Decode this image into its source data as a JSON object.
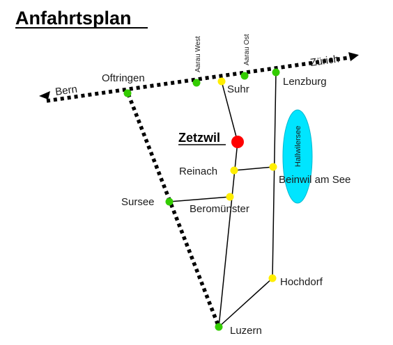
{
  "title": "Anfahrtsplan",
  "destination": {
    "name": "Zetzwil",
    "color": "#ff0000"
  },
  "directions": {
    "west": "Bern",
    "east": "Zürich"
  },
  "places": {
    "oftringen": "Oftringen",
    "aarau_west": "Aarau West",
    "aarau_ost": "Aarau Ost",
    "suhr": "Suhr",
    "lenzburg": "Lenzburg",
    "reinach": "Reinach",
    "beinwil": "Beinwil am See",
    "sursee": "Sursee",
    "beromuenster": "Beromünster",
    "hochdorf": "Hochdorf",
    "luzern": "Luzern"
  },
  "lake": {
    "name": "Hallwilersee",
    "color": "#00e5ff"
  },
  "legend_colors": {
    "highway_junction": "#33cc00",
    "local_junction": "#ffee00"
  }
}
